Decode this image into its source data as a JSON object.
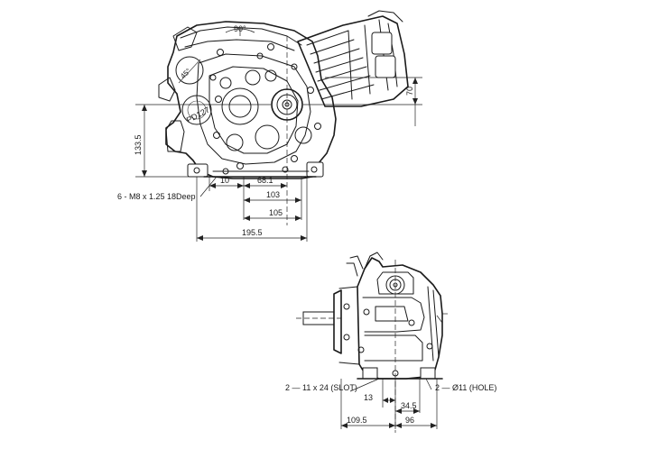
{
  "front_view": {
    "angle_90": "90°",
    "angle_45": "45°",
    "pcd": "PD127",
    "dim_70": "70",
    "dim_133_5": "133.5",
    "dim_10": "10",
    "dim_68_1": "68.1",
    "dim_103": "103",
    "dim_105": "105",
    "dim_195_5": "195.5",
    "bolt_note": "6 - M8 x 1.25 18Deep"
  },
  "side_view": {
    "slot_note": "2 — 11 x 24 (SLOT)",
    "hole_note": "2 — Ø11 (HOLE)",
    "dim_13": "13",
    "dim_34_5": "34.5",
    "dim_109_5": "109.5",
    "dim_96": "96"
  }
}
